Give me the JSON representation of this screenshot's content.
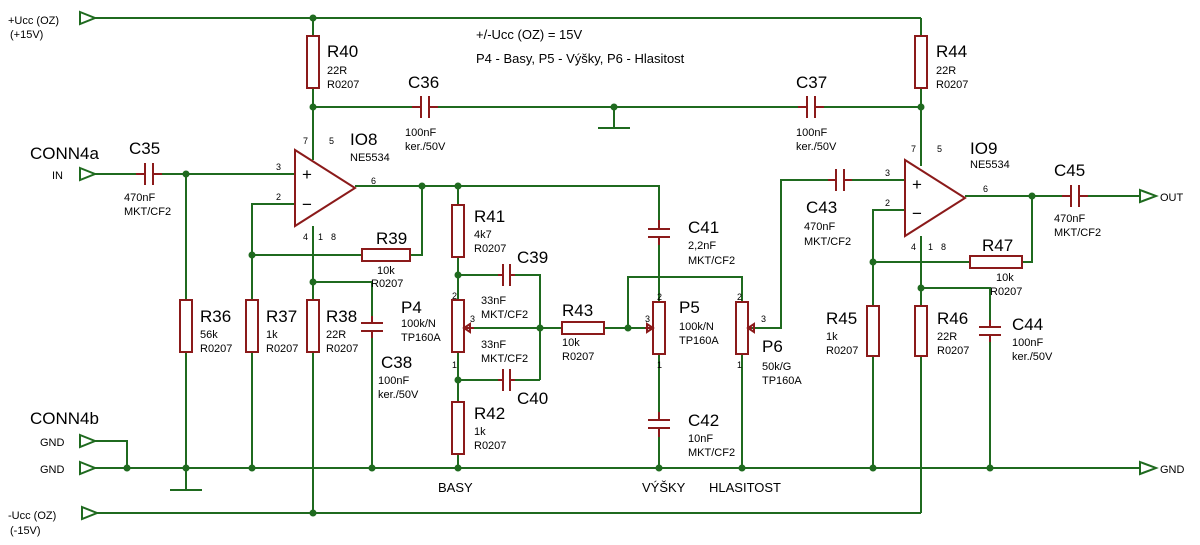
{
  "notes": {
    "line1": "+/-Ucc (OZ) = 15V",
    "line2": "P4 - Basy, P5 - Výšky, P6 - Hlasitost"
  },
  "terminals": {
    "vcc_plus": {
      "l1": "+Ucc (OZ)",
      "l2": "(+15V)"
    },
    "vcc_minus": {
      "l1": "-Ucc (OZ)",
      "l2": "(-15V)"
    },
    "conn_in_title": "CONN4a",
    "in": "IN",
    "conn_gnd_title": "CONN4b",
    "gnd1": "GND",
    "gnd2": "GND",
    "out": "OUT",
    "gnd_right": "GND"
  },
  "components": {
    "R40": {
      "name": "R40",
      "v": "22R",
      "p": "R0207"
    },
    "R44": {
      "name": "R44",
      "v": "22R",
      "p": "R0207"
    },
    "C36": {
      "name": "C36",
      "v": "100nF",
      "p": "ker./50V"
    },
    "C37": {
      "name": "C37",
      "v": "100nF",
      "p": "ker./50V"
    },
    "C35": {
      "name": "C35",
      "v": "470nF",
      "p": "MKT/CF2"
    },
    "IO8": {
      "name": "IO8",
      "v": "NE5534"
    },
    "IO9": {
      "name": "IO9",
      "v": "NE5534"
    },
    "R39": {
      "name": "R39",
      "v": "10k",
      "p": "R0207"
    },
    "R41": {
      "name": "R41",
      "v": "4k7",
      "p": "R0207"
    },
    "C39": {
      "name": "C39",
      "v": "33nF",
      "p": "MKT/CF2"
    },
    "C40": {
      "name": "C40",
      "v": "33nF",
      "p": "MKT/CF2"
    },
    "P4": {
      "name": "P4",
      "v": "100k/N",
      "p": "TP160A"
    },
    "R42": {
      "name": "R42",
      "v": "1k",
      "p": "R0207"
    },
    "R43": {
      "name": "R43",
      "v": "10k",
      "p": "R0207"
    },
    "C41": {
      "name": "C41",
      "v": "2,2nF",
      "p": "MKT/CF2"
    },
    "P5": {
      "name": "P5",
      "v": "100k/N",
      "p": "TP160A"
    },
    "C42": {
      "name": "C42",
      "v": "10nF",
      "p": "MKT/CF2"
    },
    "P6": {
      "name": "P6",
      "v": "50k/G",
      "p": "TP160A"
    },
    "C43": {
      "name": "C43",
      "v": "470nF",
      "p": "MKT/CF2"
    },
    "R47": {
      "name": "R47",
      "v": "10k",
      "p": "R0207"
    },
    "C45": {
      "name": "C45",
      "v": "470nF",
      "p": "MKT/CF2"
    },
    "R45": {
      "name": "R45",
      "v": "1k",
      "p": "R0207"
    },
    "R46": {
      "name": "R46",
      "v": "22R",
      "p": "R0207"
    },
    "C44": {
      "name": "C44",
      "v": "100nF",
      "p": "ker./50V"
    },
    "R36": {
      "name": "R36",
      "v": "56k",
      "p": "R0207"
    },
    "R37": {
      "name": "R37",
      "v": "1k",
      "p": "R0207"
    },
    "R38": {
      "name": "R38",
      "v": "22R",
      "p": "R0207"
    },
    "C38": {
      "name": "C38",
      "v": "100nF",
      "p": "ker./50V"
    }
  },
  "pins": {
    "p1": "1",
    "p2": "2",
    "p3": "3",
    "p4": "4",
    "p5": "5",
    "p6": "6",
    "p7": "7",
    "p8": "8",
    "plus": "+",
    "minus": "−"
  },
  "bottom_labels": {
    "basy": "BASY",
    "vysky": "VÝŠKY",
    "hlasitost": "HLASITOST"
  }
}
